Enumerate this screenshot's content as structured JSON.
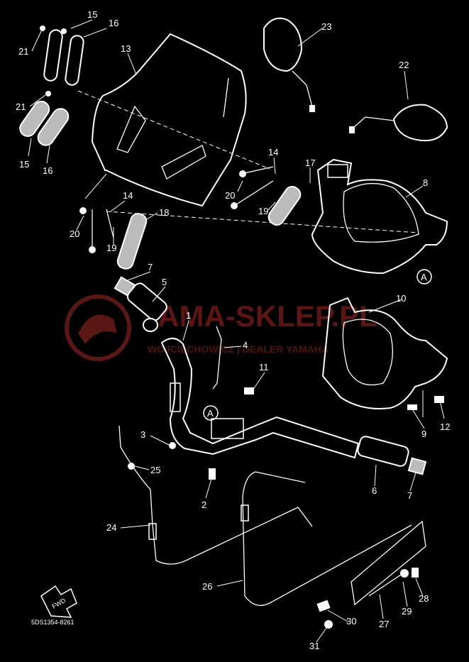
{
  "diagram_code": "5DS1354-8261",
  "watermark": {
    "main": "YAMA-SKLEP.PL",
    "sub": "WOJCIECHOWICZ | DEALER YAMAHA"
  },
  "forward_label": "FWD",
  "reference_marks": [
    "A",
    "A"
  ],
  "part_callouts": [
    "1",
    "2",
    "3",
    "4",
    "5",
    "6",
    "7",
    "7",
    "8",
    "9",
    "10",
    "11",
    "12",
    "13",
    "14",
    "14",
    "15",
    "15",
    "16",
    "16",
    "17",
    "18",
    "19",
    "19",
    "20",
    "20",
    "21",
    "21",
    "22",
    "23",
    "24",
    "25",
    "26",
    "27",
    "28",
    "29",
    "30",
    "31"
  ]
}
